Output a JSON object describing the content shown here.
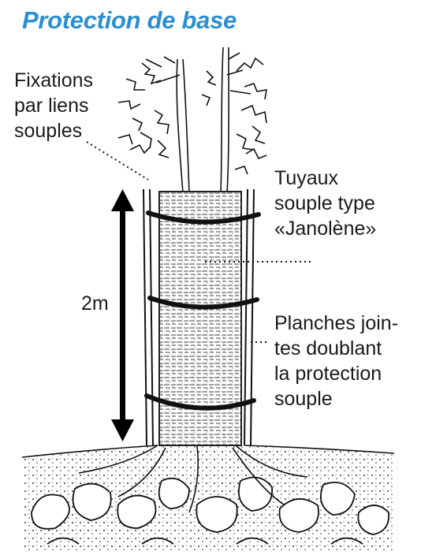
{
  "title": "Protection de base",
  "colors": {
    "title": "#2b8fcf",
    "ink": "#111111"
  },
  "labels": {
    "fixations": [
      "Fixations",
      "par liens",
      "souples"
    ],
    "tuyaux": [
      "Tuyaux",
      "souple type",
      "«Janolène»"
    ],
    "height": "2m",
    "planches": [
      "Planches join-",
      "tes doublant",
      "la protection",
      "souple"
    ]
  },
  "icons": [
    "tree-foliage-icon",
    "height-arrow-icon",
    "roots-icon"
  ]
}
